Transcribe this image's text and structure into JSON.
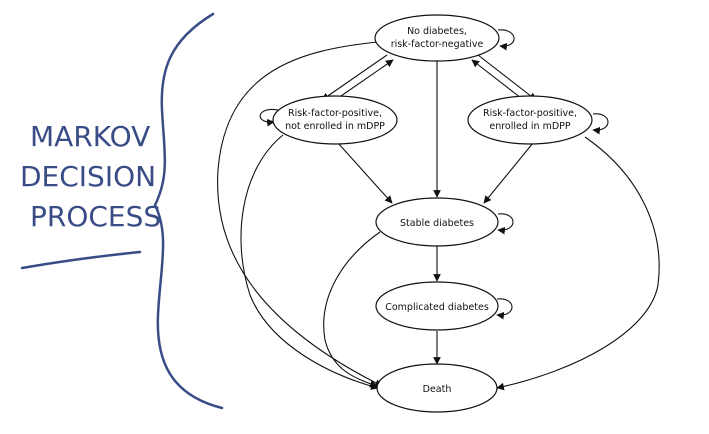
{
  "handwritten": {
    "line1": "MARKOV",
    "line2": "DECISION",
    "line3": "PROCESS",
    "ink_color": "#3a4c86"
  },
  "diagram": {
    "nodes": {
      "no_diabetes": {
        "line1": "No diabetes,",
        "line2": "risk-factor-negative"
      },
      "rf_not_enrolled": {
        "line1": "Risk-factor-positive,",
        "line2": "not enrolled in mDPP"
      },
      "rf_enrolled": {
        "line1": "Risk-factor-positive,",
        "line2": "enrolled in mDPP"
      },
      "stable": {
        "line1": "Stable diabetes"
      },
      "complicated": {
        "line1": "Complicated diabetes"
      },
      "death": {
        "line1": "Death"
      }
    }
  }
}
